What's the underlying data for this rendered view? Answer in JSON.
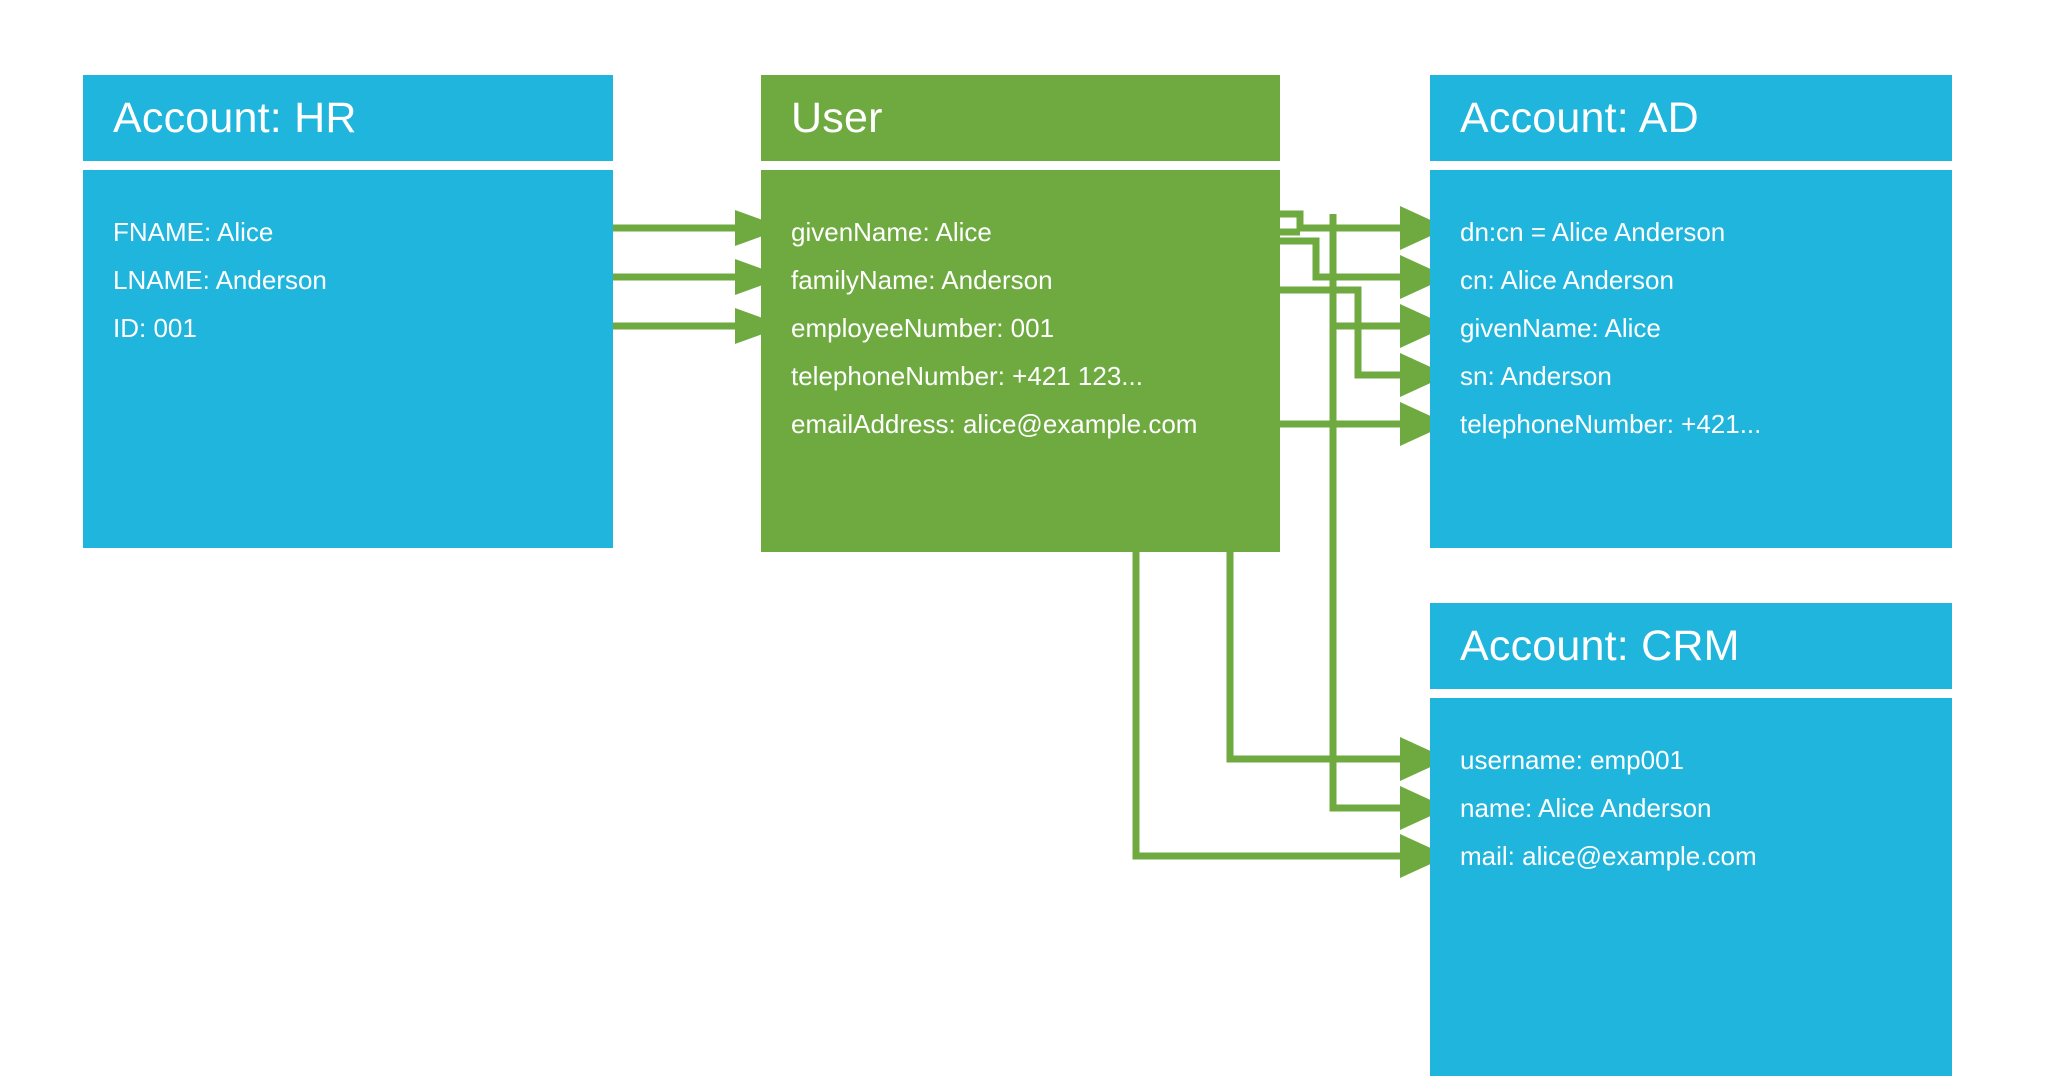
{
  "diagram": {
    "title_semantics": "identity attribute mapping between HR source, central User object, and AD / CRM target accounts",
    "colors": {
      "account_blue": "#1fb5dc",
      "user_green": "#6faa41",
      "connector_green": "#6faa41",
      "text": "#ffffff",
      "background": "#ffffff"
    }
  },
  "cards": {
    "hr": {
      "title": "Account: HR",
      "fields": [
        "FNAME: Alice",
        "LNAME: Anderson",
        "ID: 001"
      ]
    },
    "user": {
      "title": "User",
      "fields": [
        "givenName: Alice",
        "familyName: Anderson",
        "employeeNumber: 001",
        "telephoneNumber: +421 123...",
        "emailAddress: alice@example.com"
      ]
    },
    "ad": {
      "title": "Account: AD",
      "fields": [
        "dn:cn = Alice Anderson",
        "cn: Alice Anderson",
        "givenName: Alice",
        "sn: Anderson",
        "telephoneNumber: +421..."
      ]
    },
    "crm": {
      "title": "Account: CRM",
      "fields": [
        "username: emp001",
        "name: Alice Anderson",
        "mail: alice@example.com"
      ]
    }
  },
  "connections": [
    {
      "from": "hr.FNAME: Alice",
      "to": "user.givenName: Alice"
    },
    {
      "from": "hr.LNAME: Anderson",
      "to": "user.familyName: Anderson"
    },
    {
      "from": "hr.ID: 001",
      "to": "user.employeeNumber: 001"
    },
    {
      "from": "user.givenName: Alice",
      "to": "ad.dn:cn = Alice Anderson"
    },
    {
      "from": "user.familyName: Anderson",
      "to": "ad.dn:cn = Alice Anderson"
    },
    {
      "from": "user.givenName: Alice",
      "to": "ad.cn: Alice Anderson"
    },
    {
      "from": "user.familyName: Anderson",
      "to": "ad.cn: Alice Anderson"
    },
    {
      "from": "user.givenName: Alice",
      "to": "ad.givenName: Alice"
    },
    {
      "from": "user.familyName: Anderson",
      "to": "ad.sn: Anderson"
    },
    {
      "from": "user.telephoneNumber: +421 123...",
      "to": "ad.telephoneNumber: +421..."
    },
    {
      "from": "user.employeeNumber: 001",
      "to": "crm.username: emp001"
    },
    {
      "from": "user.givenName: Alice",
      "to": "crm.name: Alice Anderson"
    },
    {
      "from": "user.familyName: Anderson",
      "to": "crm.name: Alice Anderson"
    },
    {
      "from": "user.emailAddress: alice@example.com",
      "to": "crm.mail: alice@example.com"
    }
  ]
}
